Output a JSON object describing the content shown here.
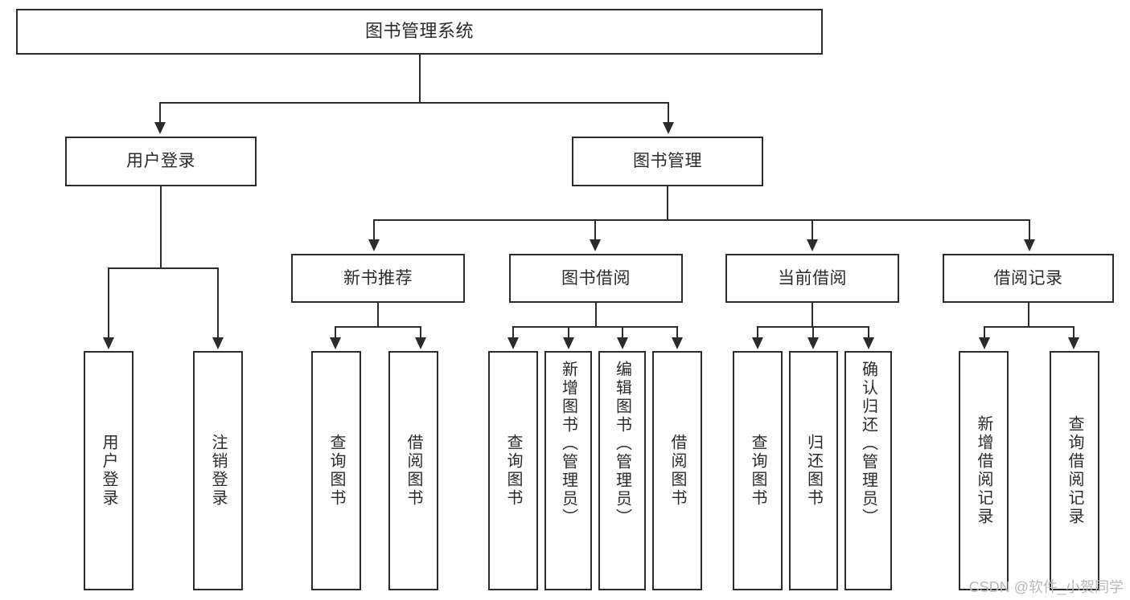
{
  "diagram": {
    "title": "图书管理系统",
    "type": "tree-hierarchy",
    "watermark": "CSDN @软件_小贺同学",
    "colors": {
      "stroke": "#2b2b2b",
      "fill": "#ffffff",
      "text": "#2b2b2b",
      "watermark": "#b8b8b8"
    },
    "root": {
      "label": "图书管理系统"
    },
    "level2": [
      {
        "label": "用户登录"
      },
      {
        "label": "图书管理"
      }
    ],
    "level3": [
      {
        "label": "新书推荐"
      },
      {
        "label": "图书借阅"
      },
      {
        "label": "当前借阅"
      },
      {
        "label": "借阅记录"
      }
    ],
    "leaves": {
      "user_login": [
        {
          "label": "用户登录"
        },
        {
          "label": "注销登录"
        }
      ],
      "new_book_recommend": [
        {
          "label": "查询图书"
        },
        {
          "label": "借阅图书"
        }
      ],
      "book_borrow": [
        {
          "label": "查询图书"
        },
        {
          "label": "新增图书（管理员）"
        },
        {
          "label": "编辑图书（管理员）"
        },
        {
          "label": "借阅图书"
        }
      ],
      "current_borrow": [
        {
          "label": "查询图书"
        },
        {
          "label": "归还图书"
        },
        {
          "label": "确认归还（管理员）"
        }
      ],
      "borrow_record": [
        {
          "label": "新增借阅记录"
        },
        {
          "label": "查询借阅记录"
        }
      ]
    }
  }
}
